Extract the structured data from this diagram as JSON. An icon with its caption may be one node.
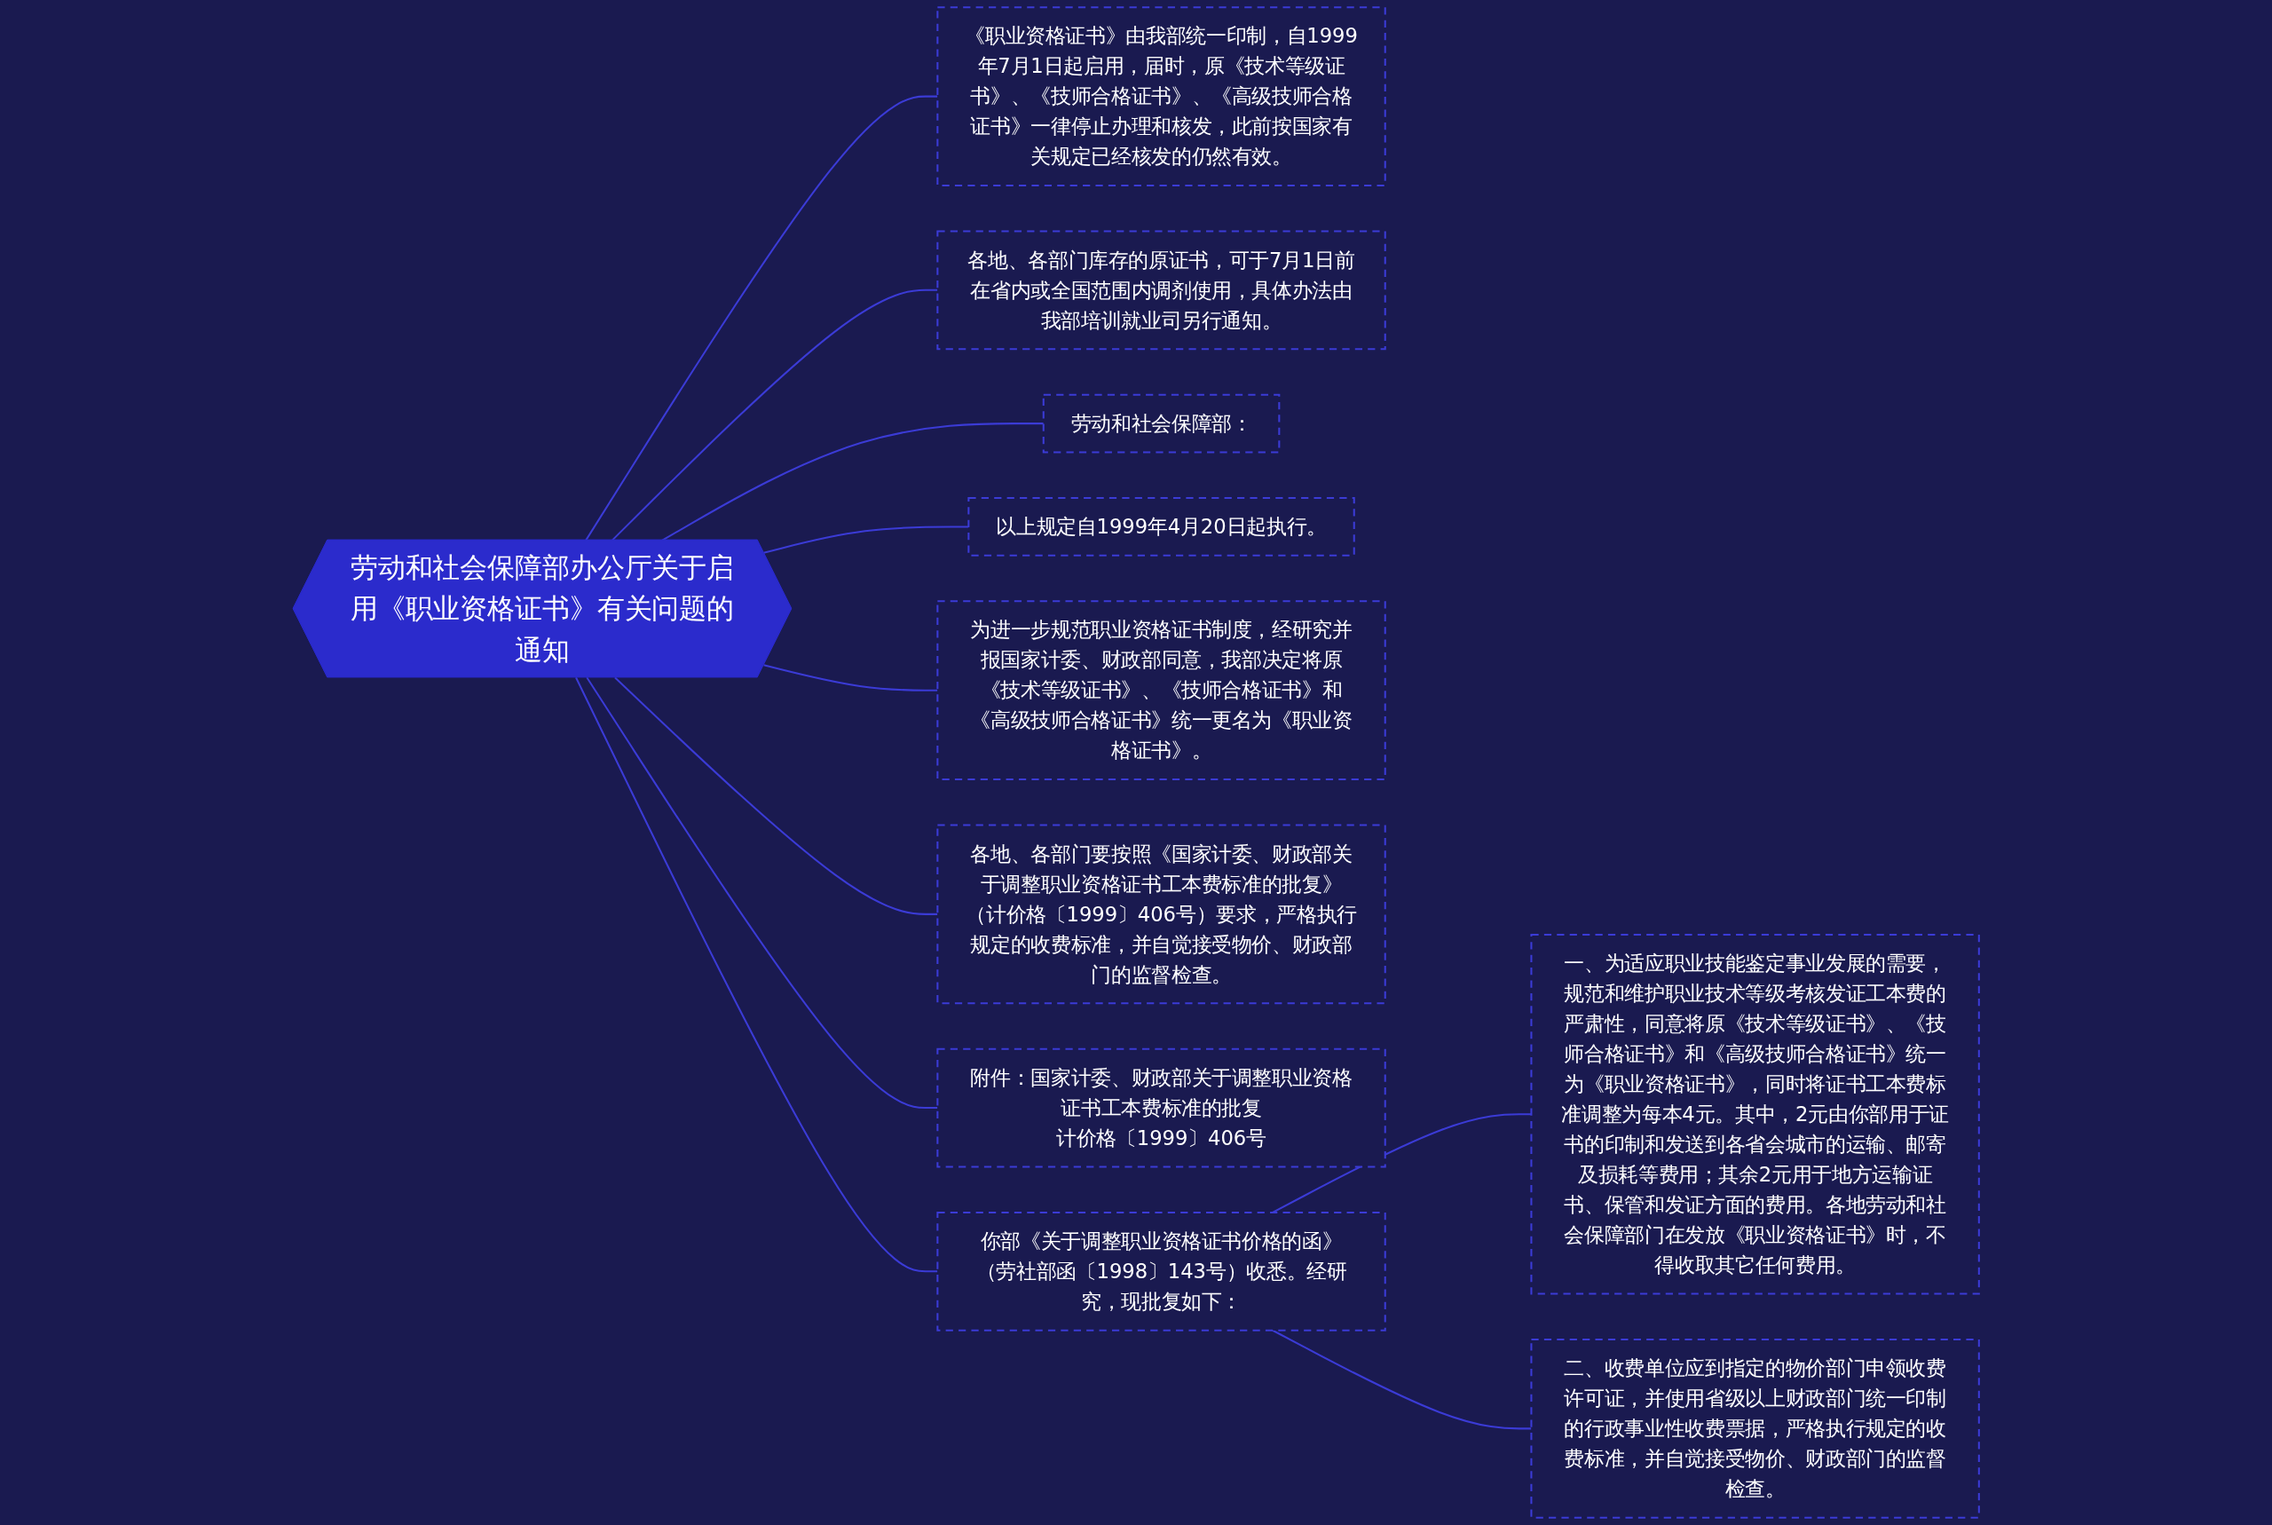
{
  "diagram": {
    "nodes": [
      {
        "text": [
          "劳动和社会保障部办公厅关于启用《职业资格证书》有关问题的通知"
        ]
      },
      {
        "text": [
          "《职业资格证书》由我部统一印制，自1999年7月1日起启用，届时，原《技术等级证书》、《技师合格证书》、《高级技师合格证书》一律停止办理和核发，此前按国家有关规定已经核发的仍然有效。"
        ]
      },
      {
        "text": [
          "各地、各部门库存的原证书，可于7月1日前在省内或全国范围内调剂使用，具体办法由我部培训就业司另行通知。"
        ]
      },
      {
        "text": [
          "劳动和社会保障部："
        ]
      },
      {
        "text": [
          "以上规定自1999年4月20日起执行。"
        ]
      },
      {
        "text": [
          "为进一步规范职业资格证书制度，经研究并报国家计委、财政部同意，我部决定将原《技术等级证书》、《技师合格证书》和《高级技师合格证书》统一更名为《职业资格证书》。"
        ]
      },
      {
        "text": [
          "各地、各部门要按照《国家计委、财政部关于调整职业资格证书工本费标准的批复》（计价格〔1999〕406号）要求，严格执行规定的收费标准，并自觉接受物价、财政部门的监督检查。"
        ]
      },
      {
        "text": [
          "附件：国家计委、财政部关于调整职业资格证书工本费标准的批复",
          "计价格〔1999〕406号"
        ]
      },
      {
        "text": [
          "你部《关于调整职业资格证书价格的函》（劳社部函〔1998〕143号）收悉。经研究，现批复如下："
        ]
      },
      {
        "text": [
          "一、为适应职业技能鉴定事业发展的需要，规范和维护职业技术等级考核发证工本费的严肃性，同意将原《技术等级证书》、《技师合格证书》和《高级技师合格证书》统一为《职业资格证书》，同时将证书工本费标准调整为每本4元。其中，2元由你部用于证书的印制和发送到各省会城市的运输、邮寄及损耗等费用；其余2元用于地方运输证书、保管和发证方面的费用。各地劳动和社会保障部门在发放《职业资格证书》时，不得收取其它任何费用。"
        ]
      },
      {
        "text": [
          "二、收费单位应到指定的物价部门申领收费许可证，并使用省级以上财政部门统一印制的行政事业性收费票据，严格执行规定的收费标准，并自觉接受物价、财政部门的监督检查。"
        ]
      }
    ],
    "edges": [
      {
        "from": 0,
        "to": 1,
        "arrow": "none"
      },
      {
        "from": 0,
        "to": 2,
        "arrow": "none"
      },
      {
        "from": 0,
        "to": 3,
        "arrow": "none"
      },
      {
        "from": 0,
        "to": 4,
        "arrow": "none"
      },
      {
        "from": 0,
        "to": 5,
        "arrow": "none"
      },
      {
        "from": 0,
        "to": 6,
        "arrow": "none"
      },
      {
        "from": 0,
        "to": 7,
        "arrow": "none"
      },
      {
        "from": 0,
        "to": 8,
        "arrow": "none"
      },
      {
        "from": 8,
        "to": 9,
        "arrow": "none"
      },
      {
        "from": 8,
        "to": 10,
        "arrow": "none"
      }
    ]
  }
}
